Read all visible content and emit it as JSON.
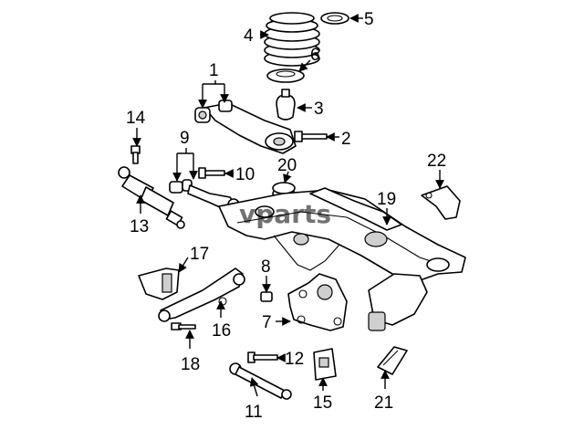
{
  "diagram": {
    "callouts": [
      "1",
      "2",
      "3",
      "4",
      "5",
      "6",
      "7",
      "8",
      "9",
      "10",
      "11",
      "12",
      "13",
      "14",
      "15",
      "16",
      "17",
      "18",
      "19",
      "20",
      "21",
      "22"
    ],
    "watermark": "vparts"
  },
  "colors": {
    "ink": "#000000",
    "paper": "#ffffff",
    "shade": "#cfcfcf"
  }
}
